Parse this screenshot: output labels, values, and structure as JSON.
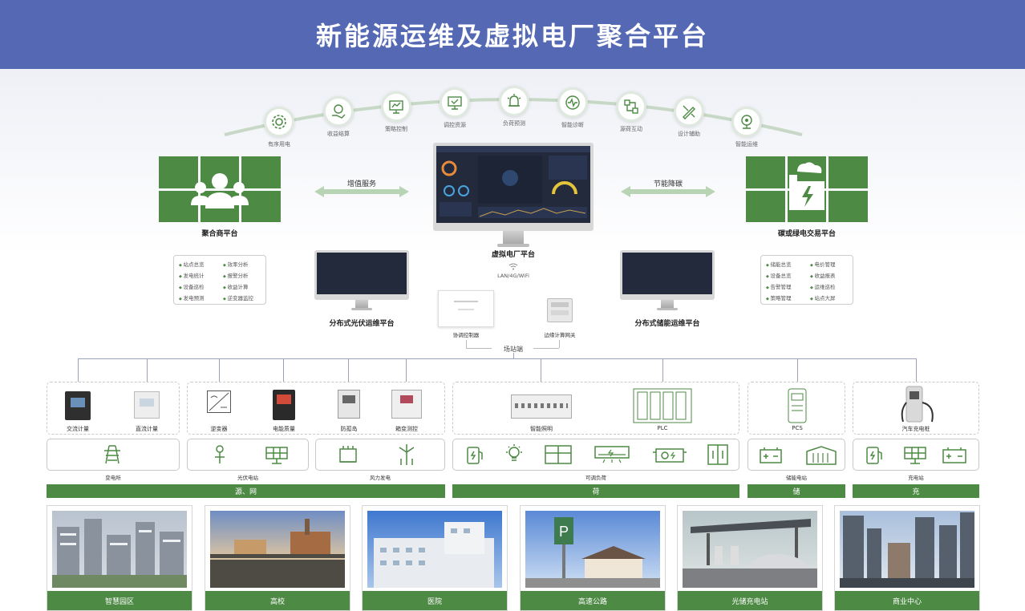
{
  "title": "新能源运维及虚拟电厂聚合平台",
  "arc_services": [
    {
      "label": "有序用电",
      "icon": "gear-icon"
    },
    {
      "label": "收益结算",
      "icon": "coin-hand-icon"
    },
    {
      "label": "策略控制",
      "icon": "monitor-chart-icon"
    },
    {
      "label": "调控资源",
      "icon": "screen-check-icon"
    },
    {
      "label": "负荷预测",
      "icon": "alarm-icon"
    },
    {
      "label": "智能诊断",
      "icon": "diagnosis-icon"
    },
    {
      "label": "源荷互动",
      "icon": "grid-link-icon"
    },
    {
      "label": "设计辅助",
      "icon": "pencil-ruler-icon"
    },
    {
      "label": "智能运维",
      "icon": "webcam-icon"
    }
  ],
  "left_platform": {
    "label": "聚合商平台",
    "features": [
      "站点总览",
      "效率分析",
      "发电统计",
      "报警分析",
      "设备巡检",
      "收益计算",
      "发电预测",
      "逆变器监控"
    ]
  },
  "right_platform": {
    "label": "碳或绿电交易平台",
    "features": [
      "储能总览",
      "电价管理",
      "设备总览",
      "收益报表",
      "告警管理",
      "运维巡检",
      "策略管理",
      "站点大屏"
    ]
  },
  "arrows": {
    "left": "增值服务",
    "right": "节能降碳"
  },
  "center": {
    "label": "虚拟电厂平台",
    "network": "LAN/4G/WiFi"
  },
  "sub_platforms": {
    "pv": "分布式光伏运维平台",
    "storage": "分布式储能运维平台"
  },
  "site_devices": {
    "controller": "协调控制器",
    "gateway": "边缘计算网关",
    "site_label": "场站端"
  },
  "devices": {
    "group1": [
      "交流计量",
      "直流计量"
    ],
    "group2": [
      "逆变器",
      "电能质量",
      "防孤岛",
      "箱变测控"
    ],
    "group3": [
      "智能照明",
      "PLC"
    ],
    "group4": [
      "PCS"
    ],
    "group5": [
      "汽车充电桩"
    ]
  },
  "stations": {
    "s1": "变电所",
    "s2": "光伏电站",
    "s3": "风力发电",
    "s4": "可调负荷",
    "s5": "储能电站",
    "s6": "充电站"
  },
  "categories": [
    "源、网",
    "荷",
    "储",
    "充"
  ],
  "scenes": [
    "智慧园区",
    "高校",
    "医院",
    "高速公路",
    "光储充电站",
    "商业中心"
  ],
  "colors": {
    "header": "#5468b4",
    "green": "#4d8a44",
    "screen": "#222a3c"
  }
}
